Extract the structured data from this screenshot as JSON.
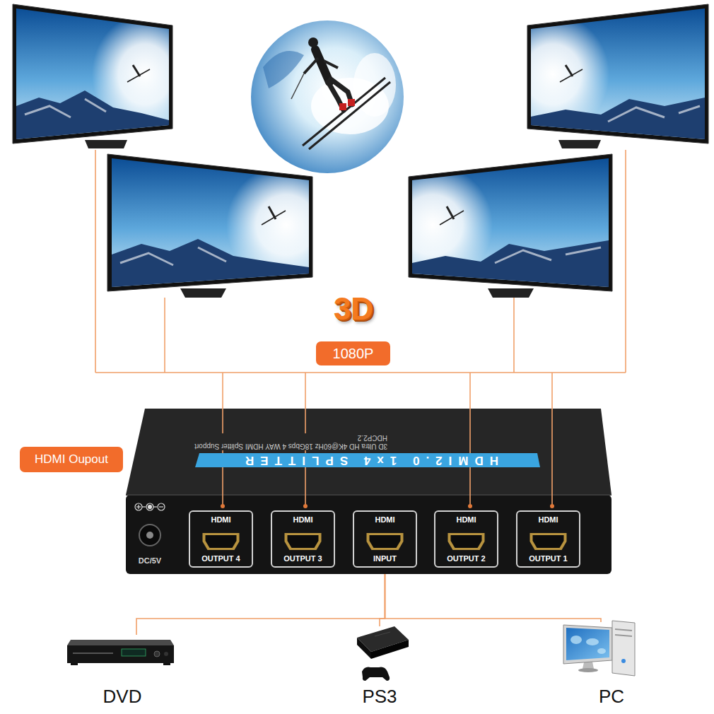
{
  "diagram": {
    "nodes": [
      {
        "text": [
          "1080P"
        ]
      },
      {
        "text": [
          "HDMI Oupout"
        ]
      },
      {
        "text": [
          "HDMI2.0 1x4 SPLITTER",
          "3D Ultra HD 4K@60Hz 18Gbps 4 WAY HDMI Splitter Support HDCP2.2",
          "DC/5V"
        ]
      },
      {
        "text": [
          "HDMI",
          "OUTPUT 4"
        ],
        "in": 2
      },
      {
        "text": [
          "HDMI",
          "OUTPUT 3"
        ],
        "in": 2
      },
      {
        "text": [
          "HDMI",
          "INPUT"
        ],
        "in": 2
      },
      {
        "text": [
          "HDMI",
          "OUTPUT 2"
        ],
        "in": 2
      },
      {
        "text": [
          "HDMI",
          "OUTPUT 1"
        ],
        "in": 2
      },
      {
        "text": [
          "DVD"
        ]
      },
      {
        "text": [
          "PS3"
        ]
      },
      {
        "text": [
          "PC"
        ]
      }
    ],
    "edges": [
      {
        "from": 8,
        "to": 5,
        "arrow": "none"
      },
      {
        "from": 9,
        "to": 5,
        "arrow": "none"
      },
      {
        "from": 10,
        "to": 5,
        "arrow": "none"
      }
    ],
    "labels": [
      "3D"
    ]
  }
}
